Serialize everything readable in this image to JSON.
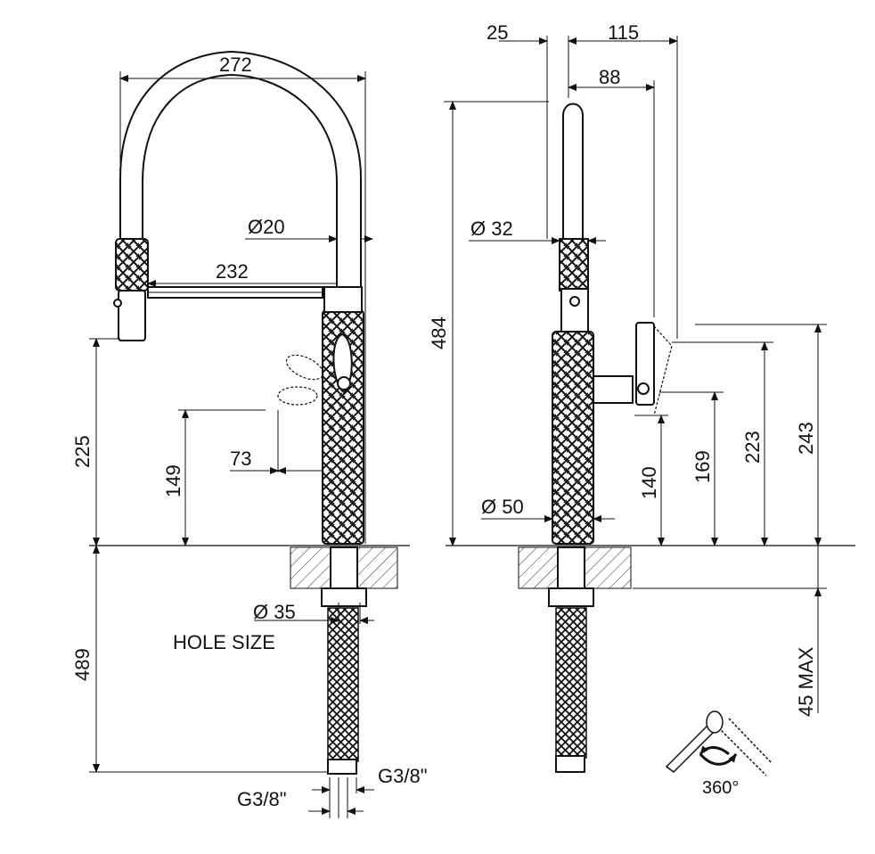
{
  "front_view": {
    "width_total": "272",
    "spout_reach": "232",
    "hose_diameter": "Ø20",
    "spout_height": "225",
    "handle_height": "149",
    "handle_offset": "73",
    "below_deck_length": "489",
    "hole_diameter": "Ø 35",
    "hole_size_label": "HOLE SIZE",
    "connection_right": "G3/8\"",
    "connection_left": "G3/8\""
  },
  "side_view": {
    "depth_top": "25",
    "depth_total": "115",
    "depth_handle": "88",
    "overall_height": "484",
    "body_diameter_top": "Ø 32",
    "body_diameter_base": "Ø 50",
    "handle_base_height": "140",
    "handle_mid_height": "169",
    "handle_top_height": "223",
    "handle_max_height": "243",
    "deck_thickness": "45 MAX",
    "rotation": "360°"
  },
  "colors": {
    "line": "#111111",
    "background": "#ffffff"
  }
}
